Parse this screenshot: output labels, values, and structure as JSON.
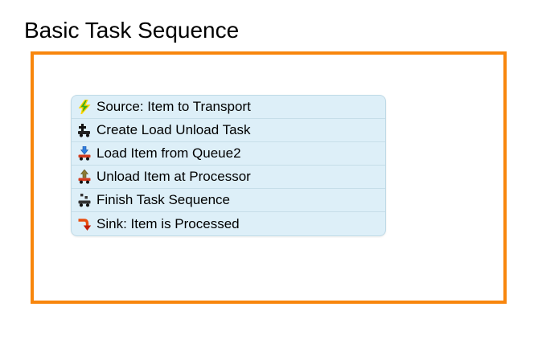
{
  "page": {
    "title": "Basic Task Sequence"
  },
  "canvas": {
    "border_color": "#F8860D",
    "background": "#FFFFFF"
  },
  "activity_block": {
    "background": "#DDEFF8",
    "activities": [
      {
        "icon": "source-icon",
        "label": "Source: Item to Transport"
      },
      {
        "icon": "create-task-icon",
        "label": "Create Load Unload Task"
      },
      {
        "icon": "load-icon",
        "label": "Load Item from Queue2"
      },
      {
        "icon": "unload-icon",
        "label": "Unload Item at Processor"
      },
      {
        "icon": "finish-icon",
        "label": "Finish Task Sequence"
      },
      {
        "icon": "sink-icon",
        "label": "Sink: Item is Processed"
      }
    ]
  }
}
